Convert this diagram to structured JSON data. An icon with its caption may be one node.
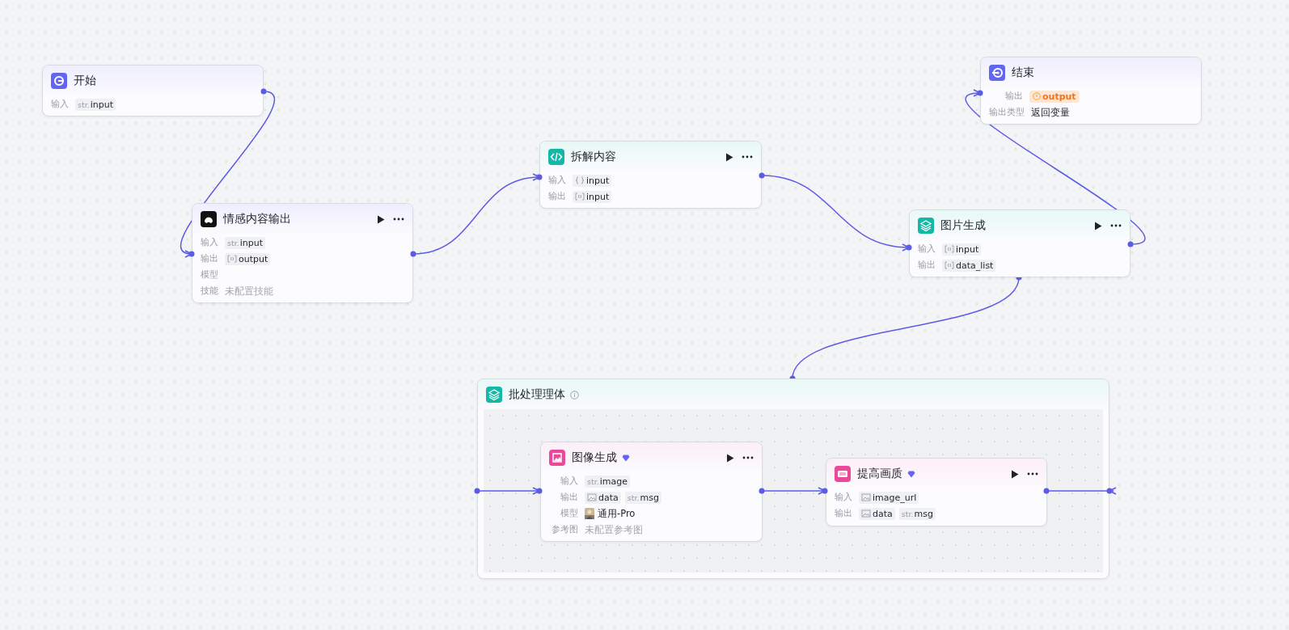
{
  "diagram": {
    "nodes": [
      {
        "text": [
          "开始",
          "输入",
          "str.",
          "input"
        ]
      },
      {
        "text": [
          "情感内容输出",
          "输入",
          "str.",
          "input",
          "输出",
          "output",
          "模型",
          "技能",
          "未配置技能"
        ]
      },
      {
        "text": [
          "拆解内容",
          "输入",
          "input",
          "输出",
          "input"
        ]
      },
      {
        "text": [
          "结束",
          "输出",
          "output",
          "输出类型",
          "返回变量"
        ]
      },
      {
        "text": [
          "图片生成",
          "输入",
          "input",
          "输出",
          "data_list"
        ]
      },
      {
        "text": [
          "批处理理体"
        ]
      },
      {
        "text": [
          "图像生成",
          "输入",
          "str.",
          "image",
          "输出",
          "data",
          "str.",
          "msg",
          "模型",
          "通用-Pro",
          "参考图",
          "未配置参考图"
        ],
        "in": 5
      },
      {
        "text": [
          "提高画质",
          "输入",
          "image_url",
          "输出",
          "data",
          "str.",
          "msg"
        ],
        "in": 5
      }
    ],
    "edges": [
      {
        "from": 0,
        "to": 1,
        "arrow": "to"
      },
      {
        "from": 1,
        "to": 2,
        "arrow": "to"
      },
      {
        "from": 2,
        "to": 4,
        "arrow": "to"
      },
      {
        "from": 4,
        "to": 3,
        "arrow": "to"
      },
      {
        "from": 4,
        "to": 5,
        "arrow": "other"
      },
      {
        "from": 5,
        "to": 6,
        "arrow": "to"
      },
      {
        "from": 6,
        "to": 7,
        "arrow": "to"
      },
      {
        "from": 7,
        "to": 5,
        "arrow": "to"
      }
    ]
  }
}
